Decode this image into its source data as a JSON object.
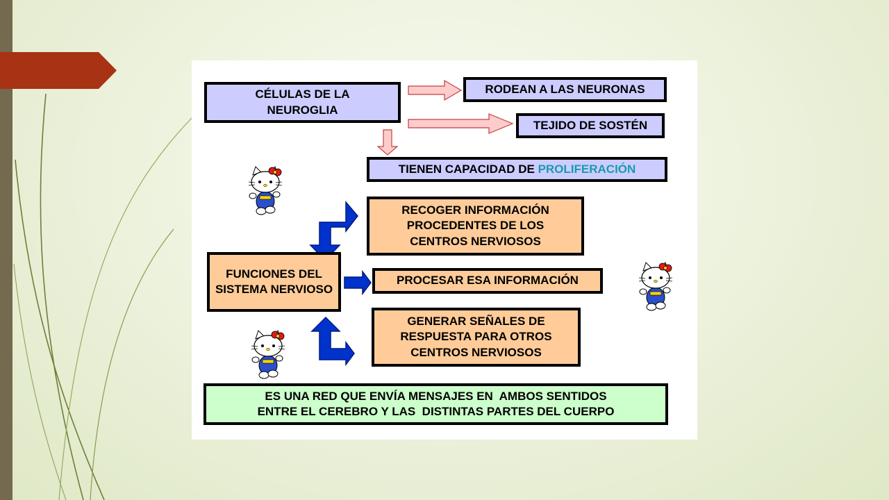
{
  "diagram": {
    "neuroglia_box": "CÉLULAS DE LA NEUROGLIA",
    "rodean_box": "RODEAN A LAS NEURONAS",
    "tejido_box": "TEJIDO DE SOSTÉN",
    "capacidad_prefix": "TIENEN CAPACIDAD DE ",
    "capacidad_highlight": "PROLIFERACIÓN",
    "funciones_box": "FUNCIONES DEL SISTEMA NERVIOSO",
    "recoger_box": "RECOGER INFORMACIÓN PROCEDENTES DE LOS CENTROS NERVIOSOS",
    "procesar_box": "PROCESAR ESA INFORMACIÓN",
    "generar_box": "GENERAR SEÑALES DE RESPUESTA PARA OTROS CENTROS NERVIOSOS",
    "red_line1": "ES UNA RED QUE ENVÍA MENSAJES EN  AMBOS SENTIDOS",
    "red_line2": "ENTRE EL CEREBRO Y LAS  DISTINTAS PARTES DEL CUERPO"
  },
  "colors": {
    "lavender_box": "#ccccff",
    "peach_box": "#ffcc99",
    "mint_box": "#ccffcc",
    "pink_arrow": "#ffcccc",
    "blue_arrow": "#0033cc",
    "highlight_text": "#1a9ba8",
    "red_tab": "#a83214",
    "left_bar": "#746a50"
  }
}
